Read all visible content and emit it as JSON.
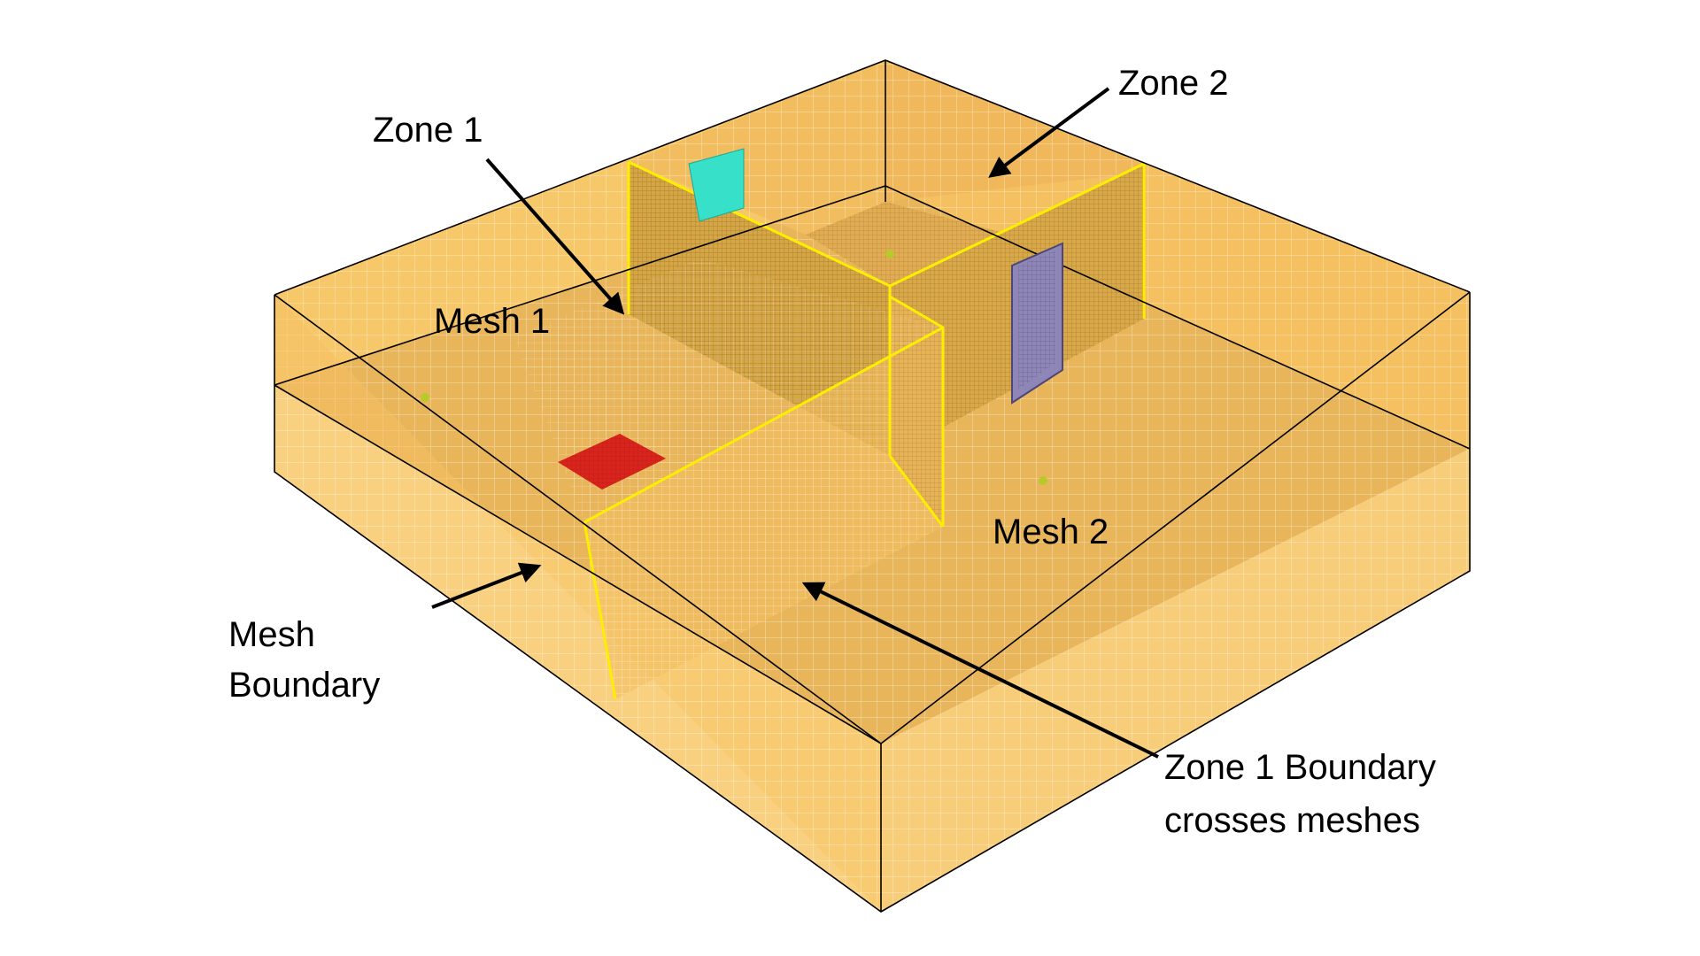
{
  "labels": {
    "zone1": "Zone 1",
    "zone2": "Zone 2",
    "mesh1": "Mesh 1",
    "mesh2": "Mesh 2",
    "mesh_boundary_line1": "Mesh",
    "mesh_boundary_line2": "Boundary",
    "zone1_boundary_line1": "Zone 1 Boundary",
    "zone1_boundary_line2": "crosses meshes"
  },
  "colors": {
    "background": "#ffffff",
    "mesh_face": "#f7c86a",
    "mesh_floor": "#e6b45a",
    "grid": "#ffffff",
    "edge": "#000000",
    "zone_boundary": "#ffee00",
    "wall": "#d6a544",
    "vent_open": "#36e0c9",
    "door": "#8f86b8",
    "fire": "#d8241c"
  }
}
